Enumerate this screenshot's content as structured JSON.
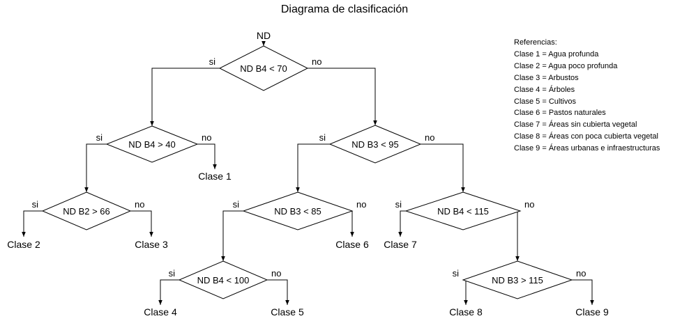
{
  "title": "Diagrama de clasificación",
  "root_label": "ND",
  "yes_label": "si",
  "no_label": "no",
  "legend": {
    "heading": "Referencias:",
    "items": [
      "Clase 1 = Agua profunda",
      "Clase 2 = Agua poco profunda",
      "Clase 3 = Arbustos",
      "Clase 4 = Árboles",
      "Clase 5 = Cultivos",
      "Clase 6 = Pastos naturales",
      "Clase 7 = Áreas sin cubierta vegetal",
      "Clase 8 = Áreas con poca cubierta vegetal",
      "Clase 9 = Áreas urbanas e infraestructuras"
    ]
  },
  "decisions": [
    {
      "id": "d1",
      "label": "ND B4 < 70"
    },
    {
      "id": "d2",
      "label": "ND B4 > 40"
    },
    {
      "id": "d3",
      "label": "ND B3 < 95"
    },
    {
      "id": "d4",
      "label": "ND B2 > 66"
    },
    {
      "id": "d5",
      "label": "ND B3 < 85"
    },
    {
      "id": "d6",
      "label": "ND B4 < 115"
    },
    {
      "id": "d7",
      "label": "ND B4 < 100"
    },
    {
      "id": "d8",
      "label": "ND B3 > 115"
    }
  ],
  "leaves": [
    {
      "id": "c1",
      "label": "Clase 1"
    },
    {
      "id": "c2",
      "label": "Clase 2"
    },
    {
      "id": "c3",
      "label": "Clase 3"
    },
    {
      "id": "c4",
      "label": "Clase 4"
    },
    {
      "id": "c5",
      "label": "Clase 5"
    },
    {
      "id": "c6",
      "label": "Clase 6"
    },
    {
      "id": "c7",
      "label": "Clase 7"
    },
    {
      "id": "c8",
      "label": "Clase 8"
    },
    {
      "id": "c9",
      "label": "Clase 9"
    }
  ],
  "edges": [
    {
      "from": "root",
      "to": "d1"
    },
    {
      "from": "d1",
      "to": "d2",
      "branch": "yes"
    },
    {
      "from": "d1",
      "to": "d3",
      "branch": "no"
    },
    {
      "from": "d2",
      "to": "d4",
      "branch": "yes"
    },
    {
      "from": "d2",
      "to": "c1",
      "branch": "no"
    },
    {
      "from": "d4",
      "to": "c2",
      "branch": "yes"
    },
    {
      "from": "d4",
      "to": "c3",
      "branch": "no"
    },
    {
      "from": "d3",
      "to": "d5",
      "branch": "yes"
    },
    {
      "from": "d3",
      "to": "d6",
      "branch": "no"
    },
    {
      "from": "d5",
      "to": "d7",
      "branch": "yes"
    },
    {
      "from": "d5",
      "to": "c6",
      "branch": "no"
    },
    {
      "from": "d7",
      "to": "c4",
      "branch": "yes"
    },
    {
      "from": "d7",
      "to": "c5",
      "branch": "no"
    },
    {
      "from": "d6",
      "to": "c7",
      "branch": "yes"
    },
    {
      "from": "d6",
      "to": "d8",
      "branch": "no"
    },
    {
      "from": "d8",
      "to": "c8",
      "branch": "yes"
    },
    {
      "from": "d8",
      "to": "c9",
      "branch": "no"
    }
  ]
}
